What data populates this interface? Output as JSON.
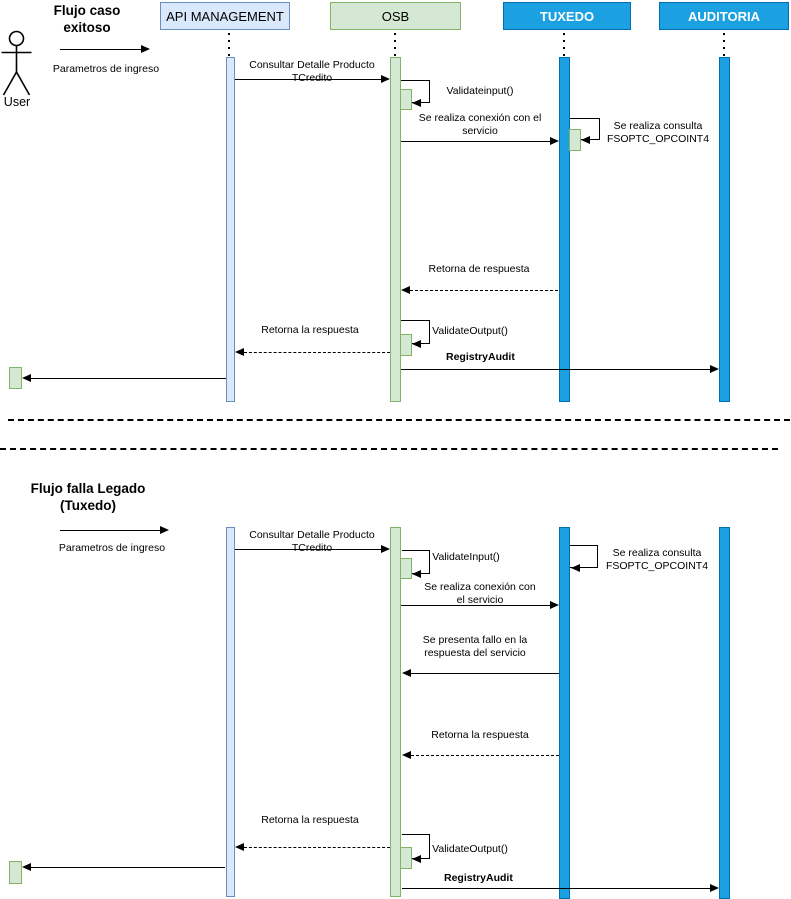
{
  "colors": {
    "api_fill": "#dae8fc",
    "api_border": "#6c8ebf",
    "osb_fill": "#d5e8d4",
    "osb_border": "#82b366",
    "legacy_fill": "#1ba1e2",
    "legacy_border": "#006eaf",
    "line": "#000000"
  },
  "participants": {
    "user_label": "User",
    "api": "API MANAGEMENT",
    "osb": "OSB",
    "tuxedo": "TUXEDO",
    "auditoria": "AUDITORIA"
  },
  "flow1": {
    "title": "Flujo caso\nexitoso",
    "trigger_label": "Parametros de ingreso",
    "messages": {
      "consultar": "Consultar Detalle Producto\nTCredito",
      "validate_input": "Validateinput()",
      "conexion": "Se realiza conexión con el\nservicio",
      "consulta_fsoptc": "Se realiza consulta\nFSOPTC_OPCOINT4",
      "retorna_tuxedo": "Retorna de respuesta",
      "validate_output": "ValidateOutput()",
      "retorna_api": "Retorna la respuesta",
      "registry_audit": "RegistryAudit"
    }
  },
  "flow2": {
    "title": "Flujo falla Legado\n(Tuxedo)",
    "trigger_label": "Parametros de ingreso",
    "messages": {
      "consultar": "Consultar Detalle Producto\nTCredito",
      "validate_input": "ValidateInput()",
      "consulta_fsoptc": "Se realiza consulta\nFSOPTC_OPCOINT4",
      "conexion": "Se realiza conexión con\nel servicio",
      "fallo": "Se presenta fallo en la\nrespuesta del servicio",
      "retorna_tuxedo": "Retorna la respuesta",
      "retorna_api": "Retorna la respuesta",
      "validate_output": "ValidateOutput()",
      "registry_audit": "RegistryAudit"
    }
  }
}
